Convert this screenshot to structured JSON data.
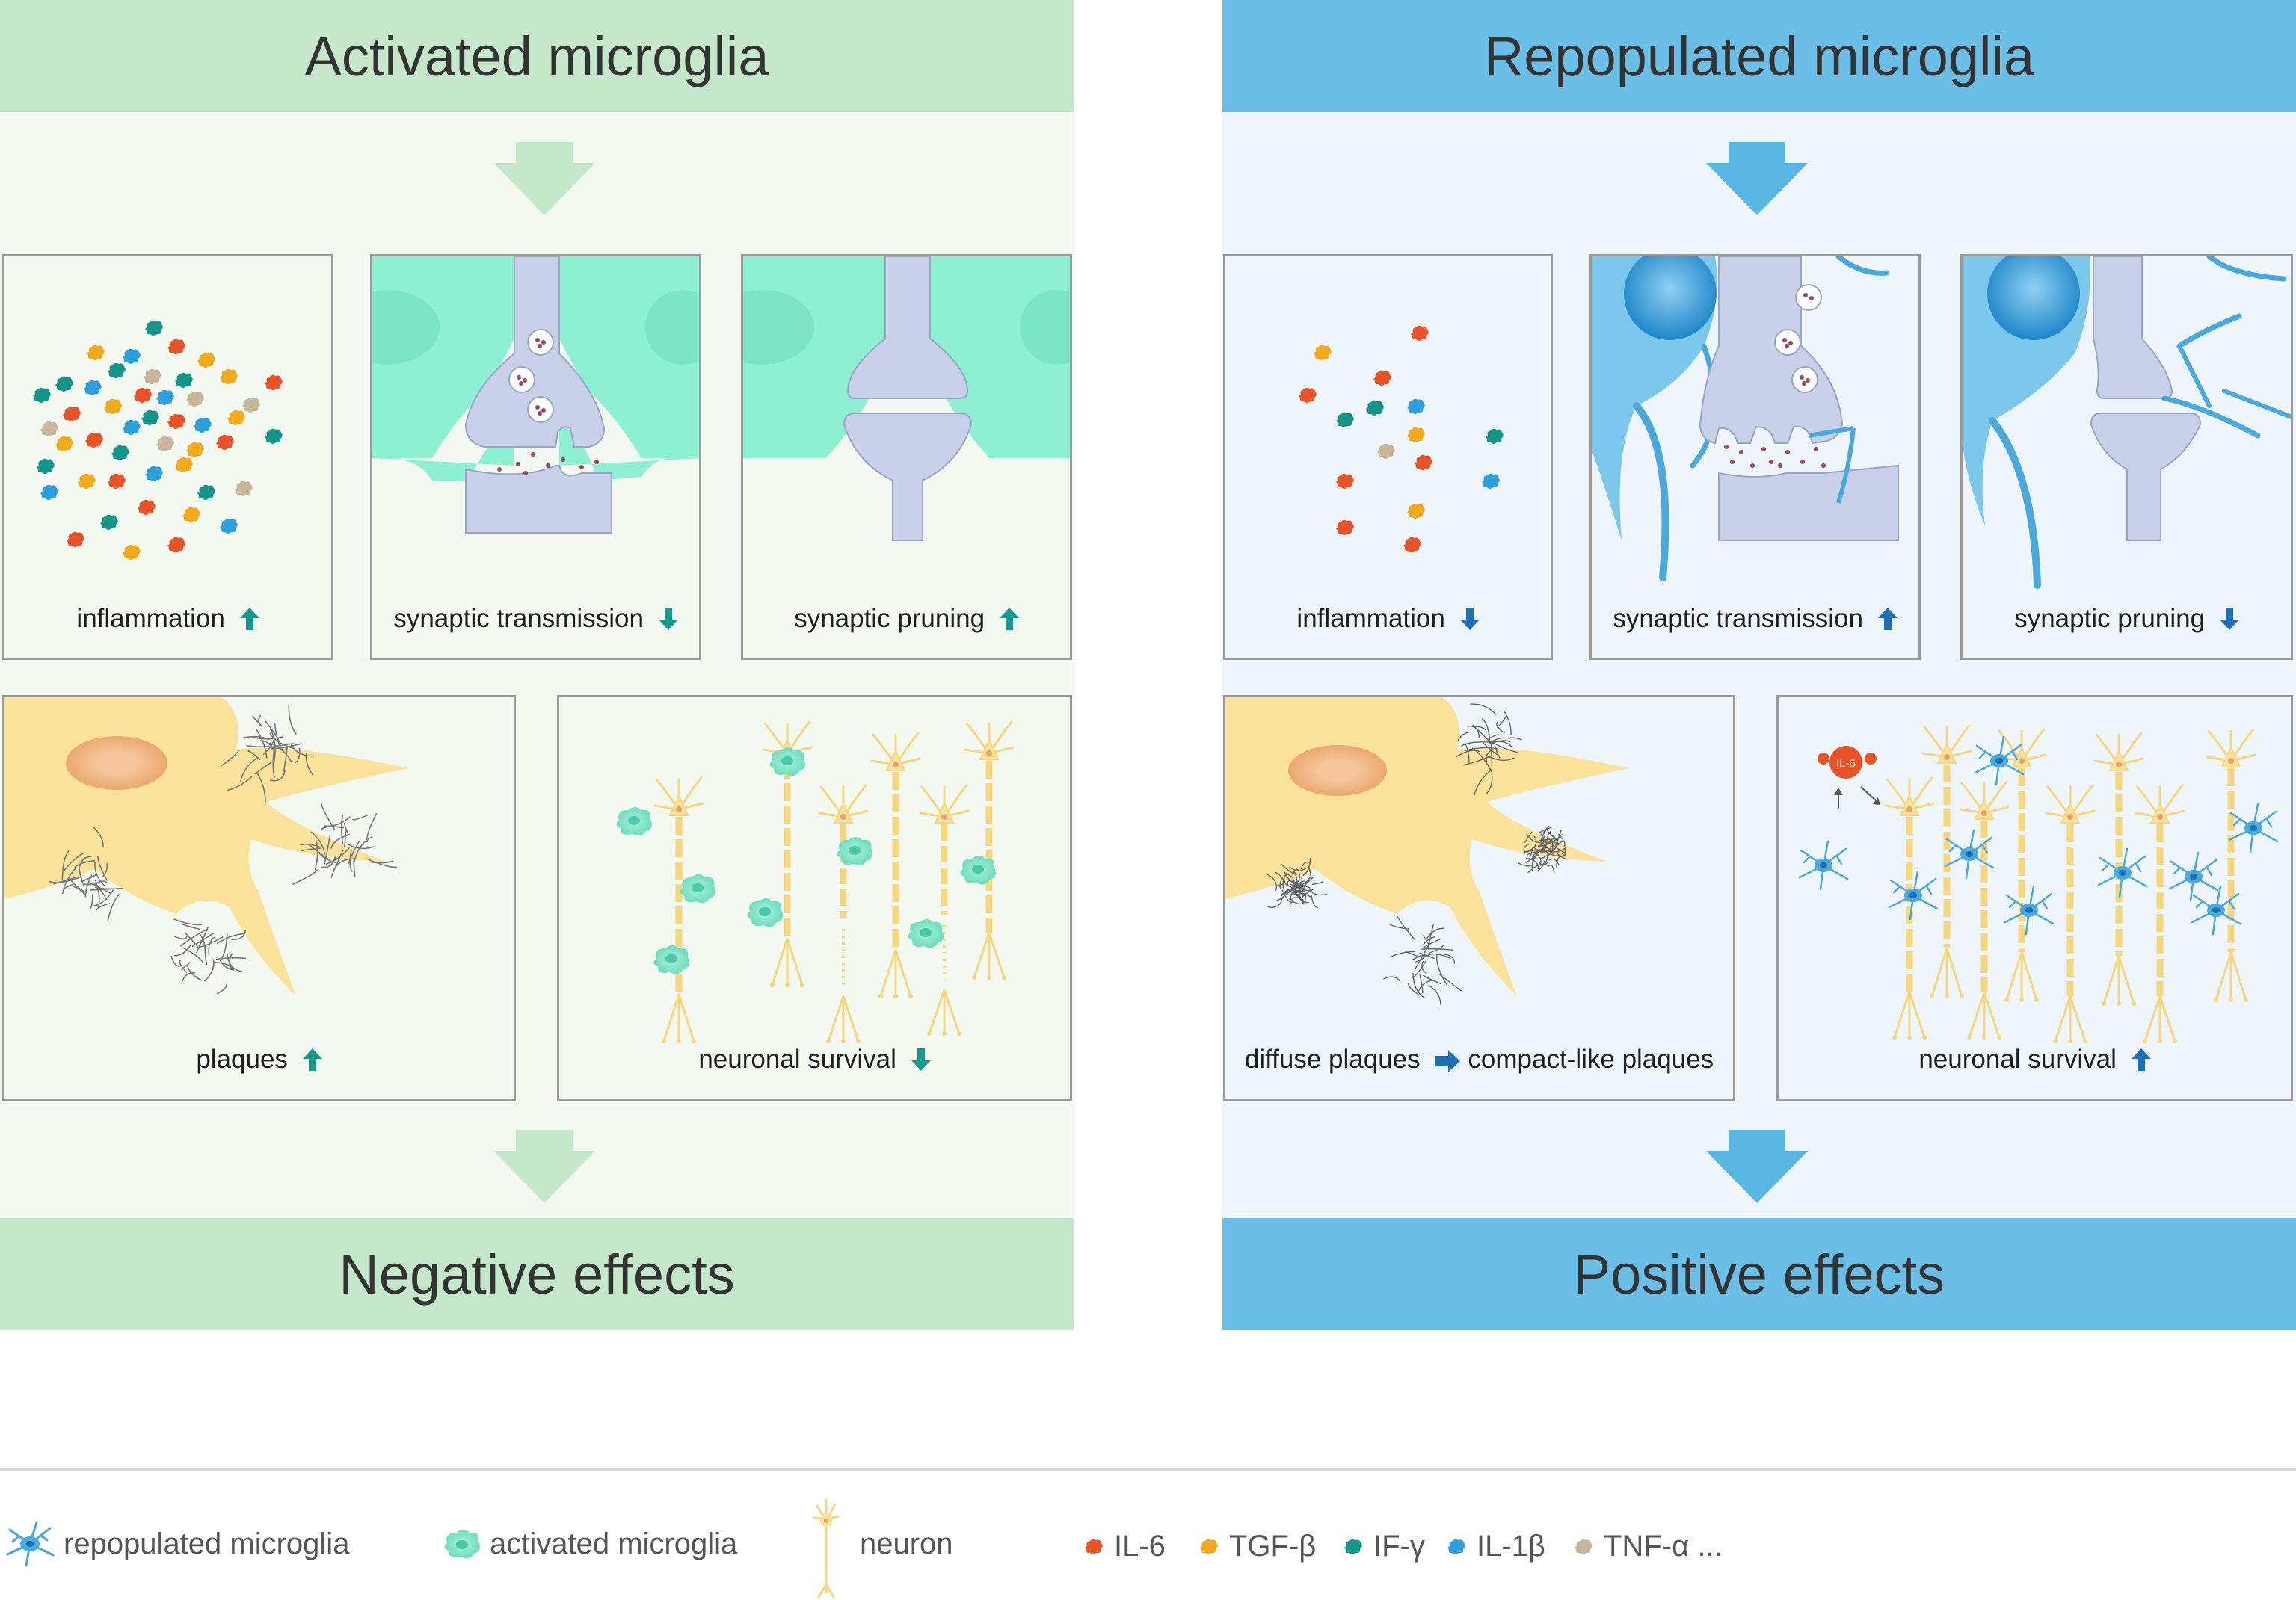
{
  "colors": {
    "green_band": "#c5e8cb",
    "blue_band": "#6bbfe6",
    "green_panel": "#f3f9f1",
    "blue_panel": "#eef6fb",
    "teal_arrow": "#179a8b",
    "blue_arrow": "#1d6fb7",
    "neuron_yellow": "#fbe29a",
    "activated_microglia": "#7ee3c6",
    "repopulated_microglia": "#4aa9dc",
    "synapse_lavender": "#c9d0ea",
    "IL-6": "#e8532a",
    "TGF-beta": "#f2a91c",
    "IF-gamma": "#15958a",
    "IL-1beta": "#2e9fdd",
    "TNF-alpha": "#c8b79a"
  },
  "left": {
    "title": "Activated microglia",
    "bottom_title": "Negative effects",
    "cards": {
      "inflammation": {
        "label": "inflammation",
        "direction": "up"
      },
      "synaptic_transmission": {
        "label": "synaptic transmission",
        "direction": "down"
      },
      "synaptic_pruning": {
        "label": "synaptic pruning",
        "direction": "up"
      },
      "plaques": {
        "label": "plaques",
        "direction": "up"
      },
      "neuronal_survival": {
        "label": "neuronal survival",
        "direction": "down"
      }
    }
  },
  "right": {
    "title": "Repopulated microglia",
    "bottom_title": "Positive effects",
    "cards": {
      "inflammation": {
        "label": "inflammation",
        "direction": "down"
      },
      "synaptic_transmission": {
        "label": "synaptic transmission",
        "direction": "up"
      },
      "synaptic_pruning": {
        "label": "synaptic pruning",
        "direction": "down"
      },
      "plaques": {
        "label_from": "diffuse plaques",
        "label_to": "compact-like plaques",
        "direction": "right"
      },
      "neuronal_survival": {
        "label": "neuronal survival",
        "direction": "up",
        "cytokine_label": "IL-6"
      }
    }
  },
  "legend": {
    "cells": [
      {
        "label": "repopulated microglia",
        "icon": "repopulated-microglia-icon"
      },
      {
        "label": "activated microglia",
        "icon": "activated-microglia-icon"
      },
      {
        "label": "neuron",
        "icon": "neuron-icon"
      }
    ],
    "cytokines": [
      {
        "label": "IL-6",
        "color": "#e8532a"
      },
      {
        "label": "TGF-β",
        "color": "#f2a91c"
      },
      {
        "label": "IF-γ",
        "color": "#15958a"
      },
      {
        "label": "IL-1β",
        "color": "#2e9fdd"
      },
      {
        "label": "TNF-α ...",
        "color": "#c8b79a"
      }
    ]
  }
}
